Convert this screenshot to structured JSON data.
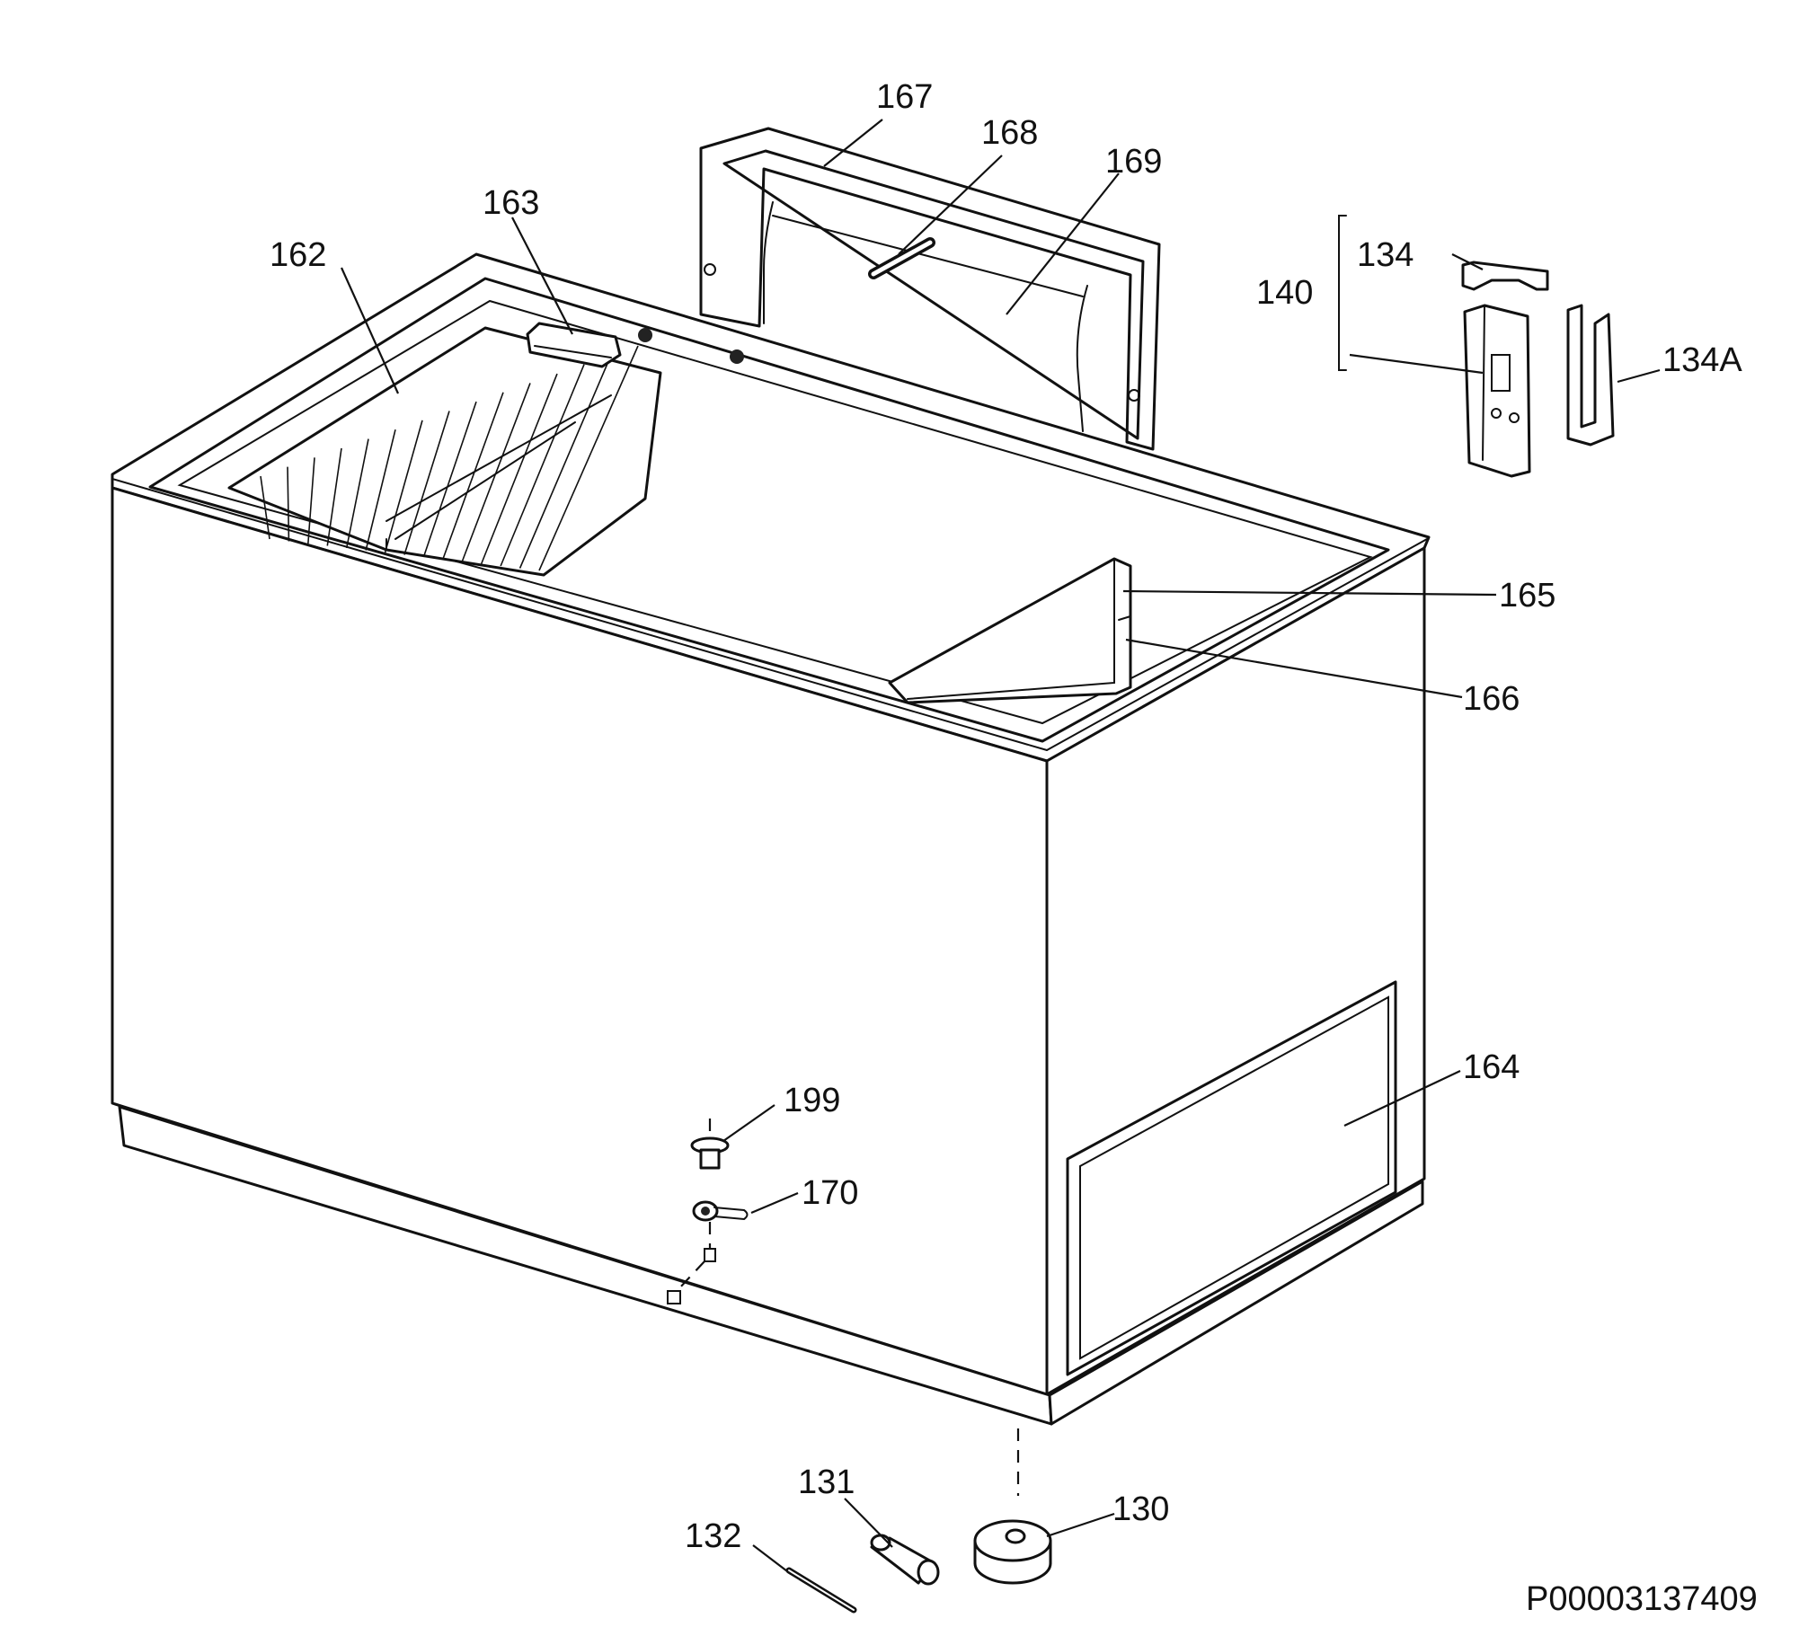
{
  "callouts": {
    "c130": "130",
    "c131": "131",
    "c132": "132",
    "c134": "134",
    "c134a": "134A",
    "c140": "140",
    "c162": "162",
    "c163": "163",
    "c164": "164",
    "c165": "165",
    "c166": "166",
    "c167": "167",
    "c168": "168",
    "c169": "169",
    "c170": "170",
    "c199": "199"
  },
  "document_number": "P00003137409"
}
